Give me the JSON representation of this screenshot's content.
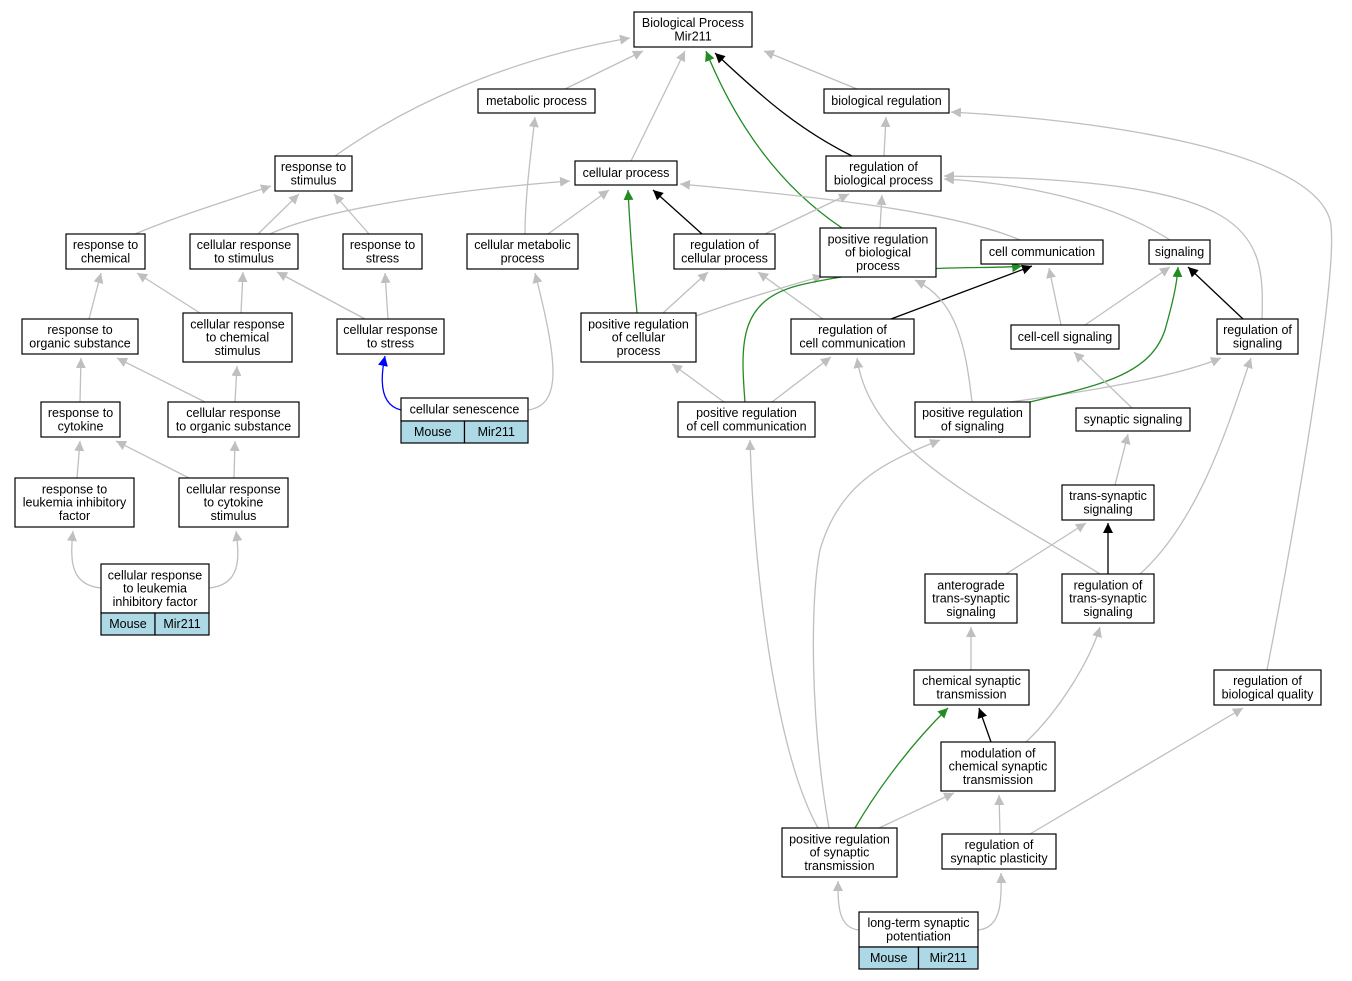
{
  "colors": {
    "is_a": "#bfbfbf",
    "regulates": "#000000",
    "positively_regulates": "#228b22",
    "annotation": "#0000ff",
    "tag_fill": "#add8e6"
  },
  "nodes": {
    "bp": {
      "lines": [
        "Biological Process",
        "Mir211"
      ]
    },
    "met": {
      "lines": [
        "metabolic process"
      ]
    },
    "bioreg": {
      "lines": [
        "biological regulation"
      ]
    },
    "rstim": {
      "lines": [
        "response to",
        "stimulus"
      ]
    },
    "cellp": {
      "lines": [
        "cellular process"
      ]
    },
    "regbp": {
      "lines": [
        "regulation of",
        "biological process"
      ]
    },
    "rchem": {
      "lines": [
        "response to",
        "chemical"
      ]
    },
    "crstim": {
      "lines": [
        "cellular response",
        "to stimulus"
      ]
    },
    "rstress": {
      "lines": [
        "response to",
        "stress"
      ]
    },
    "cmet": {
      "lines": [
        "cellular metabolic",
        "process"
      ]
    },
    "regcp": {
      "lines": [
        "regulation of",
        "cellular process"
      ]
    },
    "posbp": {
      "lines": [
        "positive regulation",
        "of biological",
        "process"
      ]
    },
    "cellcom": {
      "lines": [
        "cell communication"
      ]
    },
    "sig": {
      "lines": [
        "signaling"
      ]
    },
    "rorg": {
      "lines": [
        "response to",
        "organic substance"
      ]
    },
    "crchem": {
      "lines": [
        "cellular response",
        "to chemical",
        "stimulus"
      ]
    },
    "crstress": {
      "lines": [
        "cellular response",
        "to stress"
      ]
    },
    "poscp": {
      "lines": [
        "positive regulation",
        "of cellular",
        "process"
      ]
    },
    "regcc": {
      "lines": [
        "regulation of",
        "cell communication"
      ]
    },
    "ccsig": {
      "lines": [
        "cell-cell signaling"
      ]
    },
    "regsig": {
      "lines": [
        "regulation of",
        "signaling"
      ]
    },
    "rcyt": {
      "lines": [
        "response to",
        "cytokine"
      ]
    },
    "crorg": {
      "lines": [
        "cellular response",
        "to organic substance"
      ]
    },
    "senes": {
      "lines": [
        "cellular senescence"
      ],
      "tags": [
        "Mouse",
        "Mir211"
      ]
    },
    "poscc": {
      "lines": [
        "positive regulation",
        "of cell communication"
      ]
    },
    "possig": {
      "lines": [
        "positive regulation",
        "of signaling"
      ]
    },
    "synsig": {
      "lines": [
        "synaptic signaling"
      ]
    },
    "rlif": {
      "lines": [
        "response to",
        "leukemia inhibitory",
        "factor"
      ]
    },
    "crcyt": {
      "lines": [
        "cellular response",
        "to cytokine",
        "stimulus"
      ]
    },
    "tss": {
      "lines": [
        "trans-synaptic",
        "signaling"
      ]
    },
    "crlif": {
      "lines": [
        "cellular response",
        "to leukemia",
        "inhibitory factor"
      ],
      "tags": [
        "Mouse",
        "Mir211"
      ]
    },
    "antero": {
      "lines": [
        "anterograde",
        "trans-synaptic",
        "signaling"
      ]
    },
    "regtss": {
      "lines": [
        "regulation of",
        "trans-synaptic",
        "signaling"
      ]
    },
    "chem": {
      "lines": [
        "chemical synaptic",
        "transmission"
      ]
    },
    "regbq": {
      "lines": [
        "regulation of",
        "biological quality"
      ]
    },
    "modchem": {
      "lines": [
        "modulation of",
        "chemical synaptic",
        "transmission"
      ]
    },
    "posst": {
      "lines": [
        "positive regulation",
        "of synaptic",
        "transmission"
      ]
    },
    "regsp": {
      "lines": [
        "regulation of",
        "synaptic plasticity"
      ]
    },
    "ltp": {
      "lines": [
        "long-term synaptic",
        "potentiation"
      ],
      "tags": [
        "Mouse",
        "Mir211"
      ]
    }
  },
  "edges": [
    {
      "from": "met",
      "to": "bp",
      "type": "is_a"
    },
    {
      "from": "bioreg",
      "to": "bp",
      "type": "is_a"
    },
    {
      "from": "rstim",
      "to": "bp",
      "type": "is_a"
    },
    {
      "from": "cellp",
      "to": "bp",
      "type": "is_a"
    },
    {
      "from": "regbp",
      "to": "bp",
      "type": "regulates"
    },
    {
      "from": "posbp",
      "to": "bp",
      "type": "positively_regulates"
    },
    {
      "from": "regbp",
      "to": "bioreg",
      "type": "is_a"
    },
    {
      "from": "rchem",
      "to": "rstim",
      "type": "is_a"
    },
    {
      "from": "crstim",
      "to": "rstim",
      "type": "is_a"
    },
    {
      "from": "rstress",
      "to": "rstim",
      "type": "is_a"
    },
    {
      "from": "crstim",
      "to": "cellp",
      "type": "is_a"
    },
    {
      "from": "cmet",
      "to": "cellp",
      "type": "is_a"
    },
    {
      "from": "cmet",
      "to": "met",
      "type": "is_a"
    },
    {
      "from": "regcp",
      "to": "cellp",
      "type": "regulates"
    },
    {
      "from": "cellcom",
      "to": "cellp",
      "type": "is_a"
    },
    {
      "from": "poscp",
      "to": "cellp",
      "type": "positively_regulates"
    },
    {
      "from": "regcp",
      "to": "regbp",
      "type": "is_a"
    },
    {
      "from": "posbp",
      "to": "regbp",
      "type": "is_a"
    },
    {
      "from": "sig",
      "to": "regbp",
      "type": "is_a"
    },
    {
      "from": "regsig",
      "to": "regbp",
      "type": "is_a"
    },
    {
      "from": "regbq",
      "to": "bioreg",
      "type": "is_a"
    },
    {
      "from": "rorg",
      "to": "rchem",
      "type": "is_a"
    },
    {
      "from": "crchem",
      "to": "rchem",
      "type": "is_a"
    },
    {
      "from": "crchem",
      "to": "crstim",
      "type": "is_a"
    },
    {
      "from": "crstress",
      "to": "crstim",
      "type": "is_a"
    },
    {
      "from": "crstress",
      "to": "rstress",
      "type": "is_a"
    },
    {
      "from": "poscp",
      "to": "regcp",
      "type": "is_a"
    },
    {
      "from": "poscp",
      "to": "posbp",
      "type": "is_a"
    },
    {
      "from": "regcc",
      "to": "regcp",
      "type": "is_a"
    },
    {
      "from": "regcc",
      "to": "cellcom",
      "type": "regulates"
    },
    {
      "from": "ccsig",
      "to": "cellcom",
      "type": "is_a"
    },
    {
      "from": "ccsig",
      "to": "sig",
      "type": "is_a"
    },
    {
      "from": "regsig",
      "to": "sig",
      "type": "regulates"
    },
    {
      "from": "rcyt",
      "to": "rorg",
      "type": "is_a"
    },
    {
      "from": "crorg",
      "to": "rorg",
      "type": "is_a"
    },
    {
      "from": "crorg",
      "to": "crchem",
      "type": "is_a"
    },
    {
      "from": "senes",
      "to": "crstress",
      "type": "annotation"
    },
    {
      "from": "senes",
      "to": "cmet",
      "type": "is_a"
    },
    {
      "from": "poscc",
      "to": "poscp",
      "type": "is_a"
    },
    {
      "from": "poscc",
      "to": "regcc",
      "type": "is_a"
    },
    {
      "from": "poscc",
      "to": "cellcom",
      "type": "positively_regulates"
    },
    {
      "from": "possig",
      "to": "posbp",
      "type": "is_a"
    },
    {
      "from": "possig",
      "to": "regsig",
      "type": "is_a"
    },
    {
      "from": "possig",
      "to": "sig",
      "type": "positively_regulates"
    },
    {
      "from": "synsig",
      "to": "ccsig",
      "type": "is_a"
    },
    {
      "from": "rlif",
      "to": "rcyt",
      "type": "is_a"
    },
    {
      "from": "crcyt",
      "to": "rcyt",
      "type": "is_a"
    },
    {
      "from": "crcyt",
      "to": "crorg",
      "type": "is_a"
    },
    {
      "from": "tss",
      "to": "synsig",
      "type": "is_a"
    },
    {
      "from": "crlif",
      "to": "rlif",
      "type": "is_a"
    },
    {
      "from": "crlif",
      "to": "crcyt",
      "type": "is_a"
    },
    {
      "from": "antero",
      "to": "tss",
      "type": "is_a"
    },
    {
      "from": "regtss",
      "to": "tss",
      "type": "regulates"
    },
    {
      "from": "regtss",
      "to": "regcc",
      "type": "is_a"
    },
    {
      "from": "regtss",
      "to": "regsig",
      "type": "is_a"
    },
    {
      "from": "chem",
      "to": "antero",
      "type": "is_a"
    },
    {
      "from": "modchem",
      "to": "chem",
      "type": "regulates"
    },
    {
      "from": "modchem",
      "to": "regtss",
      "type": "is_a"
    },
    {
      "from": "regbq",
      "to": "regbq",
      "type": "skip"
    },
    {
      "from": "posst",
      "to": "chem",
      "type": "positively_regulates"
    },
    {
      "from": "posst",
      "to": "modchem",
      "type": "is_a"
    },
    {
      "from": "posst",
      "to": "poscc",
      "type": "is_a"
    },
    {
      "from": "posst",
      "to": "possig",
      "type": "is_a"
    },
    {
      "from": "regsp",
      "to": "modchem",
      "type": "is_a"
    },
    {
      "from": "regsp",
      "to": "regbq",
      "type": "is_a"
    },
    {
      "from": "ltp",
      "to": "posst",
      "type": "is_a"
    },
    {
      "from": "ltp",
      "to": "regsp",
      "type": "is_a"
    }
  ]
}
